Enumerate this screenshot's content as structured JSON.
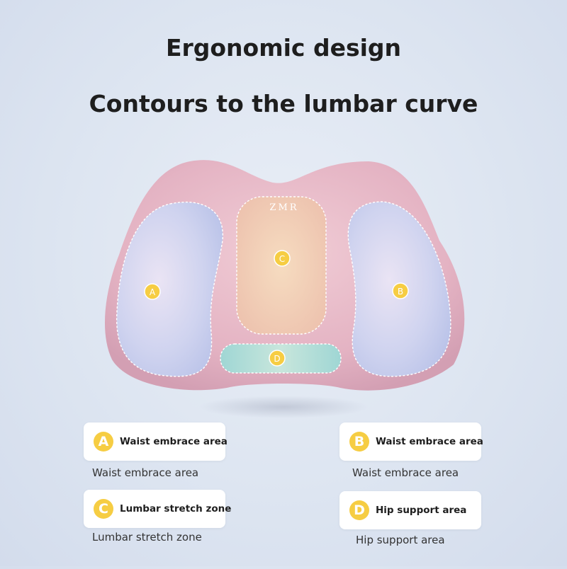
{
  "header": {
    "title": "Ergonomic design",
    "subtitle": "Contours to the lumbar curve"
  },
  "cushion": {
    "brand_text": "ZMR",
    "zones": [
      {
        "letter": "A"
      },
      {
        "letter": "B"
      },
      {
        "letter": "C"
      },
      {
        "letter": "D"
      }
    ]
  },
  "legend": {
    "a": {
      "letter": "A",
      "label": "Waist embrace area",
      "caption": "Waist embrace area"
    },
    "b": {
      "letter": "B",
      "label": "Waist embrace area",
      "caption": "Waist embrace area"
    },
    "c": {
      "letter": "C",
      "label": "Lumbar stretch zone",
      "caption": "Lumbar stretch zone"
    },
    "d": {
      "letter": "D",
      "label": "Hip support area",
      "caption": "Hip support area"
    }
  },
  "colors": {
    "cushion_pink": "#e6b8c6",
    "side_zone_blue": "#d3d8f0",
    "center_zone_peach": "#f2ccb6",
    "hip_zone_teal": "#b8e0dc",
    "badge_yellow": "#f6cd43"
  }
}
